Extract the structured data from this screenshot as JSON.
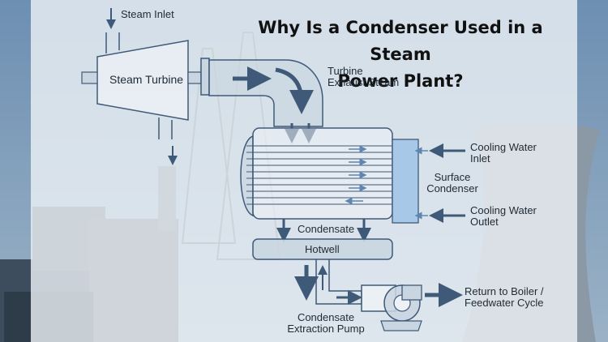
{
  "title_line1": "Why Is a Condenser Used in a Steam",
  "title_line2": "Power Plant?",
  "labels": {
    "steam_inlet": "Steam Inlet",
    "steam_turbine": "Steam Turbine",
    "turbine_exhaust_1": "Turbine",
    "turbine_exhaust_2": "Exhaust Steam",
    "cooling_inlet_1": "Cooling Water",
    "cooling_inlet_2": "Inlet",
    "surface_condenser_1": "Surface",
    "surface_condenser_2": "Condenser",
    "cooling_outlet_1": "Cooling Water",
    "cooling_outlet_2": "Outlet",
    "condensate": "Condensate",
    "hotwell": "Hotwell",
    "return_1": "Return to Boiler /",
    "return_2": "Feedwater Cycle",
    "pump_1": "Condensate",
    "pump_2": "Extraction Pump"
  },
  "colors": {
    "outline": "#3f5a78",
    "arrow": "#3f5a78",
    "steam_fill": "#c9d5e0",
    "cooling_water": "#9fc3e6",
    "panel": "#eef2f6"
  }
}
